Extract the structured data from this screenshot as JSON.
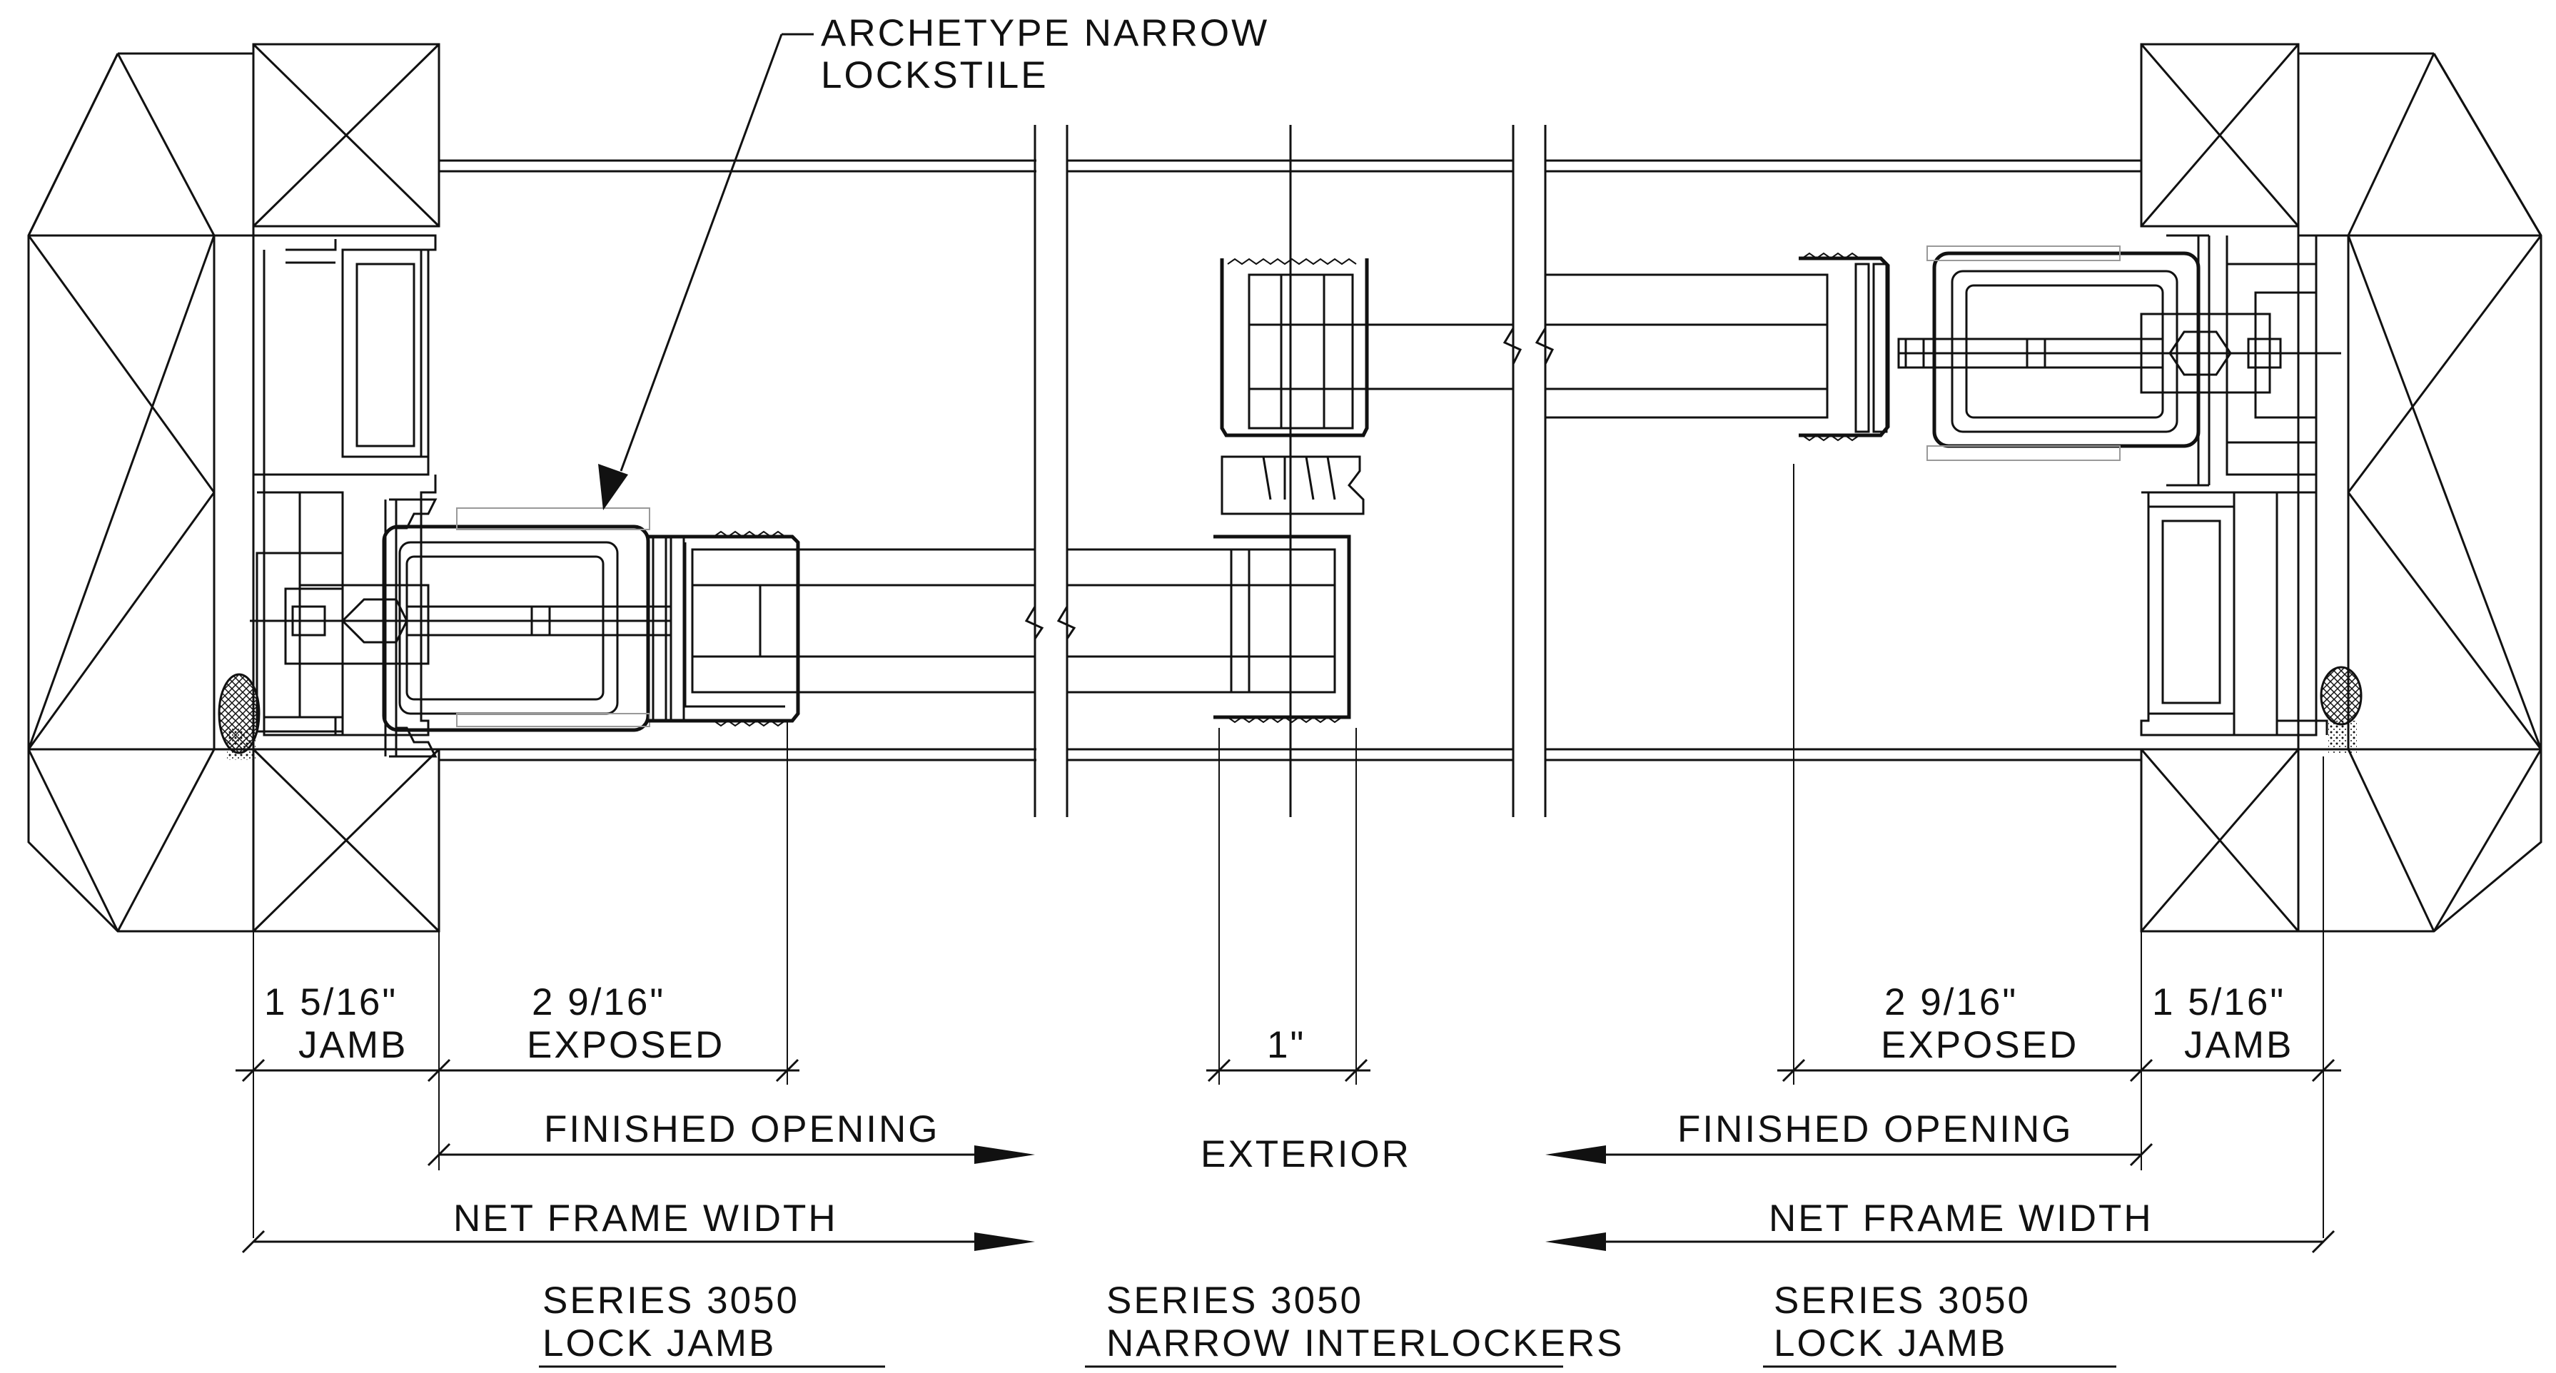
{
  "labels": {
    "callout_line1": "ARCHETYPE NARROW",
    "callout_line2": "LOCKSTILE",
    "left_jamb_dim": "1 5/16\"",
    "left_jamb_label": "JAMB",
    "left_exposed_dim": "2 9/16\"",
    "left_exposed_label": "EXPOSED",
    "interlock_dim": "1\"",
    "right_exposed_dim": "2 9/16\"",
    "right_exposed_label": "EXPOSED",
    "right_jamb_dim": "1 5/16\"",
    "right_jamb_label": "JAMB",
    "left_finished_opening": "FINISHED OPENING",
    "right_finished_opening": "FINISHED OPENING",
    "exterior": "EXTERIOR",
    "left_net_frame_width": "NET FRAME WIDTH",
    "right_net_frame_width": "NET FRAME WIDTH",
    "left_series_line1": "SERIES 3050",
    "left_series_line2": "LOCK JAMB",
    "center_series_line1": "SERIES 3050",
    "center_series_line2": "NARROW INTERLOCKERS",
    "right_series_line1": "SERIES 3050",
    "right_series_line2": "LOCK JAMB"
  }
}
